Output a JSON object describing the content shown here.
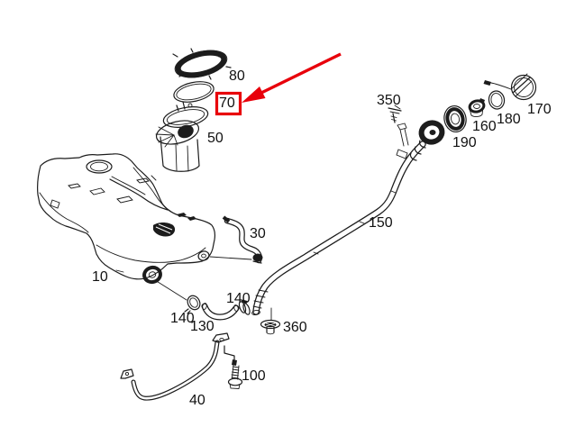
{
  "diagram": {
    "kind": "exploded-parts-diagram",
    "subject": "fuel tank assembly with fuel pump module, filler pipe, filler cap, straps and hoses",
    "background_color": "#ffffff",
    "line_color": "#1c1c1c",
    "label_color": "#111111",
    "highlight": {
      "color": "#e8000b",
      "highlighted_label": "70",
      "marker_shape": "red box around label with red arrow pointing at it"
    },
    "part_labels": [
      {
        "ref": "80"
      },
      {
        "ref": "70",
        "highlighted": true
      },
      {
        "ref": "50"
      },
      {
        "ref": "10"
      },
      {
        "ref": "30"
      },
      {
        "ref": "150"
      },
      {
        "ref": "350"
      },
      {
        "ref": "190"
      },
      {
        "ref": "160"
      },
      {
        "ref": "180"
      },
      {
        "ref": "170"
      },
      {
        "ref": "140"
      },
      {
        "ref": "130"
      },
      {
        "ref": "140"
      },
      {
        "ref": "360"
      },
      {
        "ref": "40"
      },
      {
        "ref": "100"
      }
    ]
  }
}
